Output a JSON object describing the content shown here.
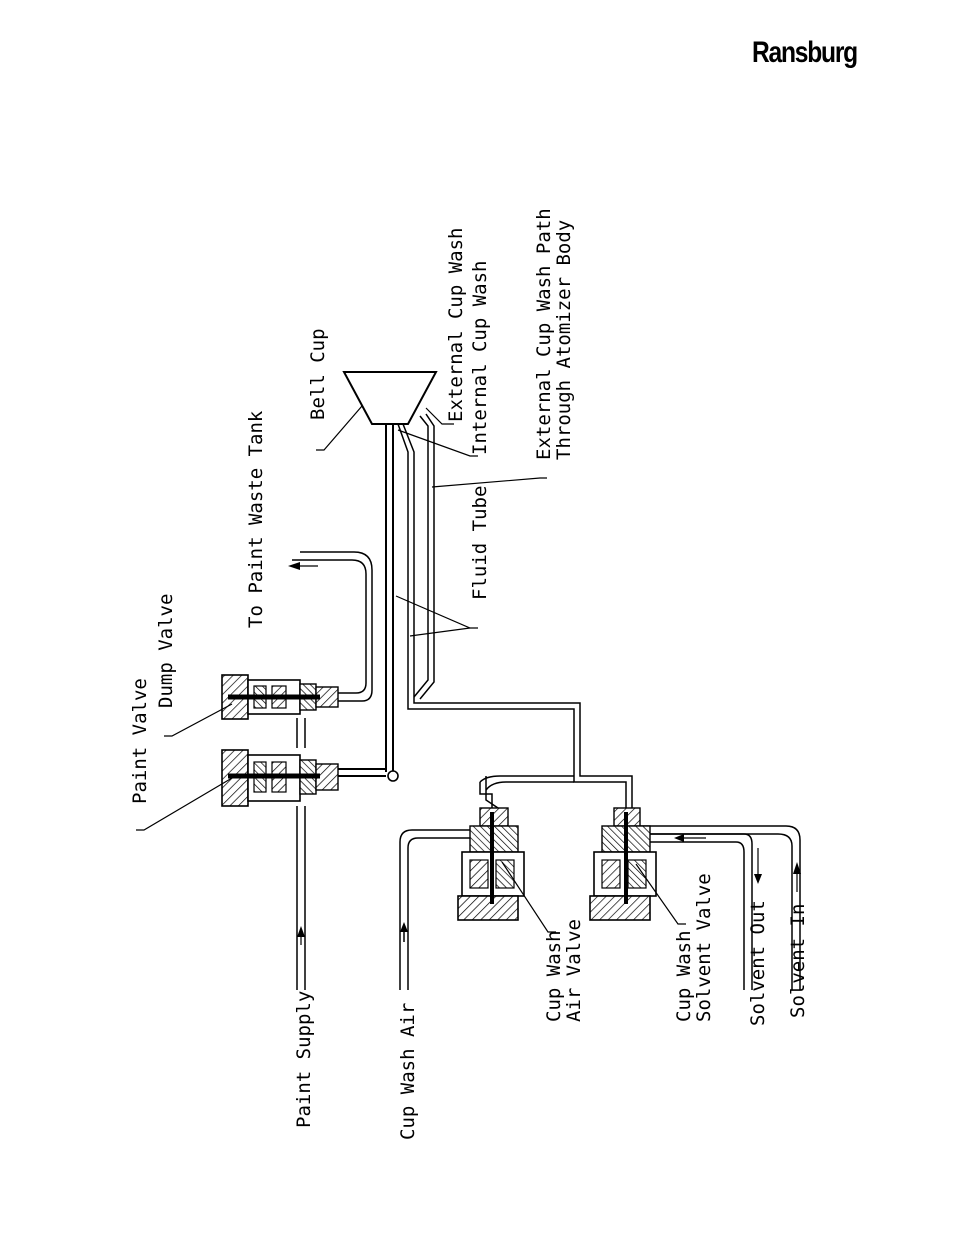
{
  "brand": "Ransburg",
  "labels": {
    "bell_cup": "Bell Cup",
    "external_cup_wash": "External Cup Wash",
    "internal_cup_wash": "Internal Cup Wash",
    "external_path_line1": "External Cup Wash Path",
    "external_path_line2": "Through Atomizer Body",
    "to_waste": "To Paint Waste Tank",
    "fluid_tube": "Fluid Tube",
    "dump_valve": "Dump Valve",
    "paint_valve": "Paint Valve",
    "paint_supply": "Paint Supply",
    "cup_wash_air": "Cup Wash Air",
    "cw_air_line1": "Cup Wash",
    "cw_air_line2": "Air Valve",
    "cw_solvent_line1": "Cup Wash",
    "cw_solvent_line2": "Solvent Valve",
    "solvent_out": "Solvent Out",
    "solvent_in": "Solvent In"
  }
}
